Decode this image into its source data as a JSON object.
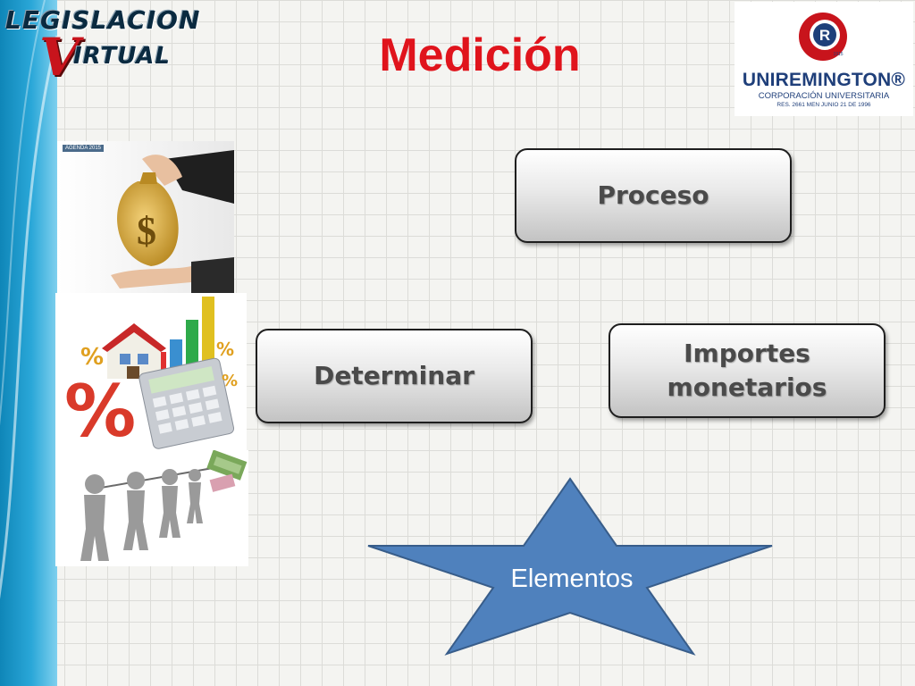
{
  "slide": {
    "title": "Medición",
    "brand_logo": {
      "line1": "LEGISLACION",
      "letter": "V",
      "line2": "IRTUAL"
    },
    "institution_logo": {
      "name": "UNIREMINGTON®",
      "subtitle": "CORPORACIÓN UNIVERSITARIA",
      "resolution": "RES. 2661 MEN JUNIO 21 DE 1996",
      "emblem_letter": "R",
      "emblem_year": "1915"
    },
    "photos": [
      {
        "name": "money-bag-photo",
        "tag": "AGENDA 2015"
      },
      {
        "name": "percent-calculator-photo"
      },
      {
        "name": "team-pulling-photo"
      }
    ],
    "diagram": {
      "nodes": [
        {
          "id": "proceso",
          "label": "Proceso"
        },
        {
          "id": "determinar",
          "label": "Determinar"
        },
        {
          "id": "importes",
          "label": "Importes\nmonetarios"
        }
      ],
      "center": {
        "label": "Elementos",
        "shape": "star"
      }
    },
    "colors": {
      "title": "#e0141c",
      "star_fill": "#4f81bd",
      "star_stroke": "#385d8a",
      "band": "#1a9ad0",
      "box_text": "#4a4a4a"
    }
  }
}
